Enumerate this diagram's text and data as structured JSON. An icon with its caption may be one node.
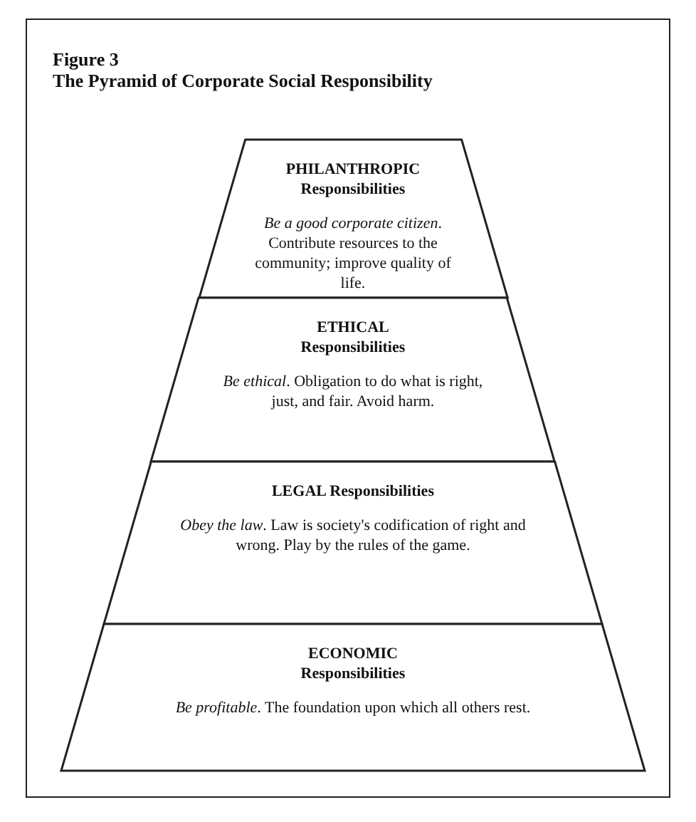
{
  "diagram": {
    "title": "The Pyramid of Corporate Social Responsibility",
    "nodes": [
      {
        "text": [
          "PHILANTHROPIC Responsibilities",
          "*Be a good corporate citizen*. Contribute resources to the community; improve quality of life."
        ]
      },
      {
        "text": [
          "ETHICAL Responsibilities",
          "*Be ethical*. Obligation to do what is right, just, and fair. Avoid harm."
        ]
      },
      {
        "text": [
          "LEGAL Responsibilities",
          "*Obey the law*. Law is society's codification of right and wrong. Play by the rules of the game."
        ]
      },
      {
        "text": [
          "ECONOMIC Responsibilities",
          "*Be profitable*. The foundation upon which all others rest."
        ]
      }
    ],
    "labels": [
      "Figure 3"
    ]
  }
}
